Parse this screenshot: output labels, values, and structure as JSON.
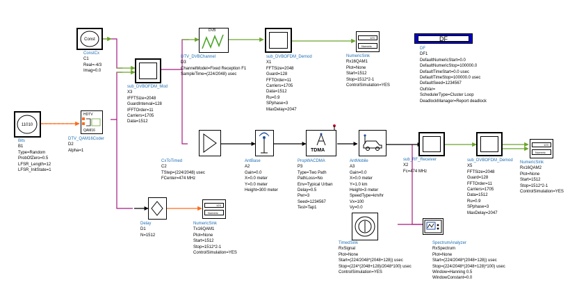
{
  "df_box": {
    "label": "DF"
  },
  "components": {
    "const": {
      "icon_text": "Const",
      "name": "ConstCx",
      "instance": "C1",
      "params": [
        "Real=-4/3",
        "Imag=0.0"
      ]
    },
    "bits": {
      "icon_text": "11010",
      "name": "Bits",
      "instance": "B1",
      "params": [
        "Type=Random",
        "ProbOfZero=0.5",
        "LFSR_Length=12",
        "LFSR_InitState=1"
      ]
    },
    "qam": {
      "icon_top": "HDTV",
      "icon_bottom": "QAM16",
      "name": "DTV_QAM16Coder",
      "instance": "D2",
      "params": [
        "Alpha=1"
      ]
    },
    "mod": {
      "name": "sub_DVBOFDM_Mod",
      "instance": "X3",
      "params": [
        "IFFTSize=2048",
        "GuardInterval=128",
        "IFFTOrder=11",
        "Carriers=1705",
        "Data=1512"
      ]
    },
    "channel": {
      "icon_text": "DVB",
      "name": "DTV_DVBChannel",
      "instance": "D3",
      "params": [
        "ChannelModel=Fixed Reception F1",
        "SampleTime=(224/2048) usec"
      ]
    },
    "demod1": {
      "name": "sub_DVBOFDM_Demod",
      "instance": "X1",
      "params": [
        "FFTSize=2048",
        "Guard=128",
        "FFTOrder=11",
        "Carriers=1705",
        "Data=1512",
        "Ru=0.9",
        "SPphase=3",
        "MaxDelay=2047"
      ]
    },
    "sink1": {
      "icon_text": "123",
      "icon_sub": "Numeric",
      "name": "NumericSink",
      "instance": "Rx16QAM1",
      "params": [
        "Plot=None",
        "Start=1512",
        "Stop=1512*2-1",
        "ControlSimulation=YES"
      ]
    },
    "df": {
      "name": "DF",
      "instance": "DF1",
      "params": [
        "DefaultNumericStart=0.0",
        "DefaultNumericStop=100000.0",
        "DefaultTimeStart=0.0 usec",
        "DefaultTimeStop=100000.0 usec",
        "DefaultSeed=1234567",
        "OutVar=",
        "SchedulerType=Cluster Loop",
        "DeadlockManager=Report deadlock"
      ]
    },
    "cx": {
      "name": "CxToTimed",
      "instance": "C2",
      "params": [
        "TStep=(224/2048) usec",
        "FCenter=474 MHz"
      ]
    },
    "antbase": {
      "name": "AntBase",
      "instance": "A2",
      "params": [
        "Gain=0.0",
        "X=0.0 meter",
        "Y=0.0 meter",
        "Height=300 meter"
      ]
    },
    "prop": {
      "icon_text": "TDMA",
      "name": "PropWACDMA",
      "instance": "P3",
      "params": [
        "Type=Two Path",
        "PathLoss=No",
        "Env=Typical Urban",
        "Delay=0.5",
        "Pwr=3",
        "Seed=1234567",
        "Test=Tap1"
      ]
    },
    "antmobile": {
      "name": "AntMobile",
      "instance": "A3",
      "params": [
        "Gain=0.0",
        "X=0.0 meter",
        "Y=1.0 km",
        "Height=3 meter",
        "SpeedType=km/hr",
        "Vx=100",
        "Vy=0.0"
      ]
    },
    "rfrx": {
      "name": "sub_RF_Receiver",
      "instance": "X2",
      "params": [
        "Fc=474 MHz"
      ]
    },
    "demod2": {
      "name": "sub_DVBOFDM_Demod",
      "instance": "X5",
      "params": [
        "FFTSize=2048",
        "Guard=128",
        "FFTOrder=11",
        "Carriers=1705",
        "Data=1512",
        "Ru=0.9",
        "SPphase=3",
        "MaxDelay=2047"
      ]
    },
    "sink2": {
      "icon_text": "123",
      "icon_sub": "Numeric",
      "name": "NumericSink",
      "instance": "Rx16QAM2",
      "params": [
        "Plot=None",
        "Start=1512",
        "Stop=1512*2-1",
        "ControlSimulation=YES"
      ]
    },
    "delay": {
      "name": "Delay",
      "instance": "D1",
      "params": [
        "N=1512"
      ]
    },
    "sink3": {
      "icon_text": "123",
      "icon_sub": "Numeric",
      "name": "NumericSink",
      "instance": "Tx16QAM1",
      "params": [
        "Plot=None",
        "Start=1512",
        "Stop=1512*2-1",
        "ControlSimulation=YES"
      ]
    },
    "timed": {
      "name": "TimedSink",
      "instance": "RxSignal",
      "params": [
        "Plot=None",
        "Start=(224/2048*(2048+128)) usec",
        "Stop=(224*(2048+128)/2048*100) usec",
        "ControlSimulation=YES"
      ]
    },
    "spectrum": {
      "name": "SpectrumAnalyzer",
      "instance": "RxSpectrum",
      "params": [
        "Plot=None",
        "Start=(224/2048*(2048+128)) usec",
        "Stop=(224/2048*(2048+128)*100) usec",
        "Window=Hanning 0.5",
        "WindowConstant=0.0"
      ]
    }
  }
}
